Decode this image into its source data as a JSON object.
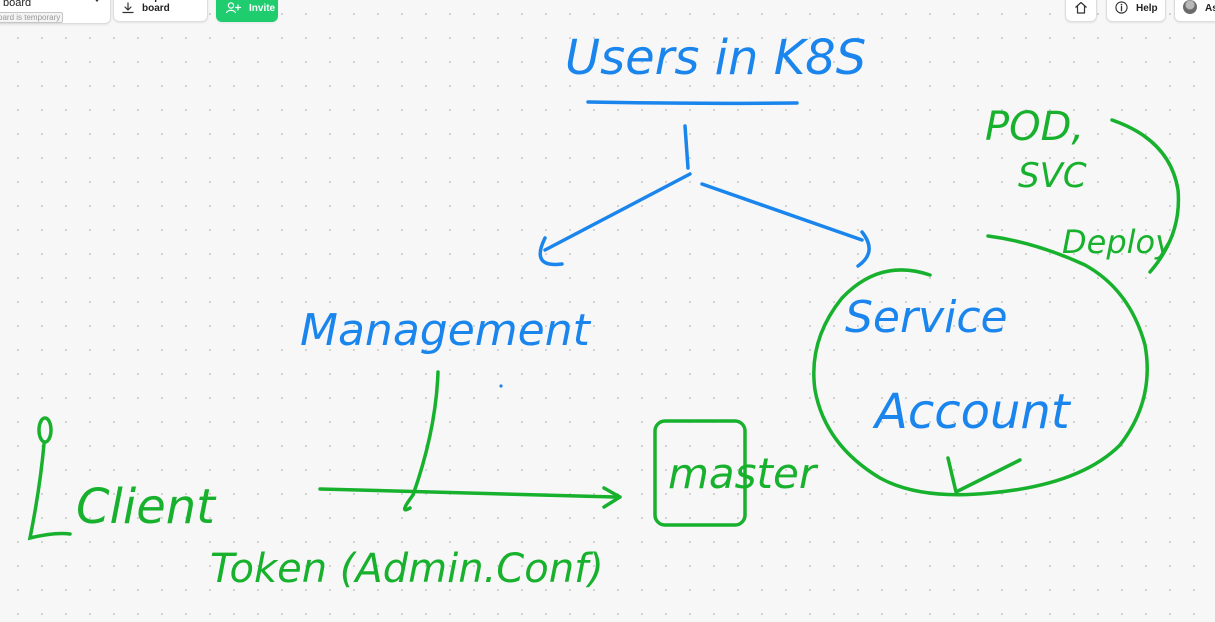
{
  "toolbar": {
    "board_name": "board",
    "board_note": "oard is temporary",
    "export_label": "Export board",
    "invite_label": "Invite",
    "help_label": "Help",
    "user_initials": "As"
  },
  "icons": {
    "export": "download-icon",
    "invite": "add-user-icon",
    "home": "home-icon",
    "help": "info-icon",
    "dropdown": "chevron-down-icon"
  },
  "colors": {
    "blue_ink": "#1a85ec",
    "green_ink": "#17b12d",
    "invite_green": "#1fcc6e",
    "canvas_bg": "#f7f7f7"
  },
  "whiteboard": {
    "title": "Users in K8S",
    "management": "Management",
    "service_account_line1": "Service",
    "service_account_line2": "Account",
    "pod_svc_line1": "POD,",
    "pod_svc_line2": "SVC",
    "deploy": "Deploy",
    "client": "Client",
    "master": "master",
    "token": "Token (Admin.Conf)"
  }
}
